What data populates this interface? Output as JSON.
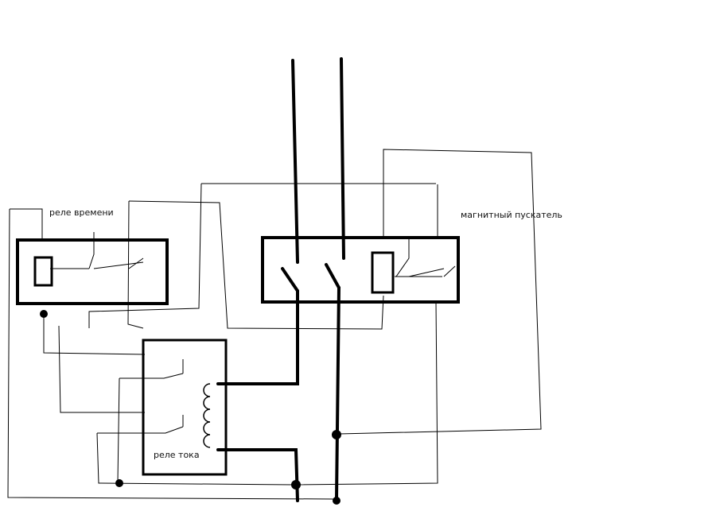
{
  "labels": {
    "time_relay": "реле времени",
    "magnetic_starter": "магнитный пускатель",
    "current_relay": "реле тока"
  }
}
